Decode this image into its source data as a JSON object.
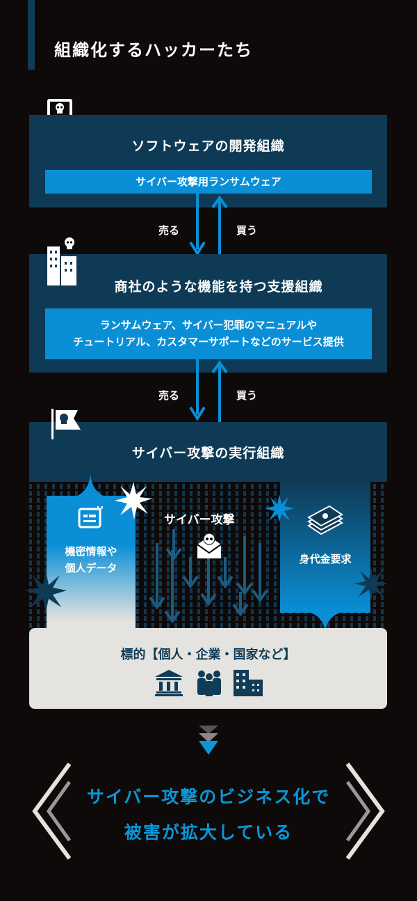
{
  "title": "組織化するハッカーたち",
  "box1": {
    "title": "ソフトウェアの開発組織",
    "bar": "サイバー攻撃用ランサムウェア"
  },
  "flow1": {
    "sell": "売る",
    "buy": "買う"
  },
  "box2": {
    "title": "商社のような機能を持つ支援組織",
    "line1": "ランサムウェア、サイバー犯罪のマニュアルや",
    "line2": "チュートリアル、カスタマーサポートなどのサービス提供"
  },
  "flow2": {
    "sell": "売る",
    "buy": "買う"
  },
  "box3": {
    "title": "サイバー攻撃の実行組織"
  },
  "attack": {
    "left_line1": "機密情報や",
    "left_line2": "個人データ",
    "center": "サイバー攻撃",
    "right": "身代金要求"
  },
  "target": {
    "title": "標的【個人・企業・国家など】"
  },
  "conclusion": {
    "line1": "サイバー攻撃のビジネス化で",
    "line2": "被害が拡大している"
  },
  "colors": {
    "accent": "#0a8fd6",
    "box": "#0f3a55",
    "background": "#0e0a09"
  }
}
